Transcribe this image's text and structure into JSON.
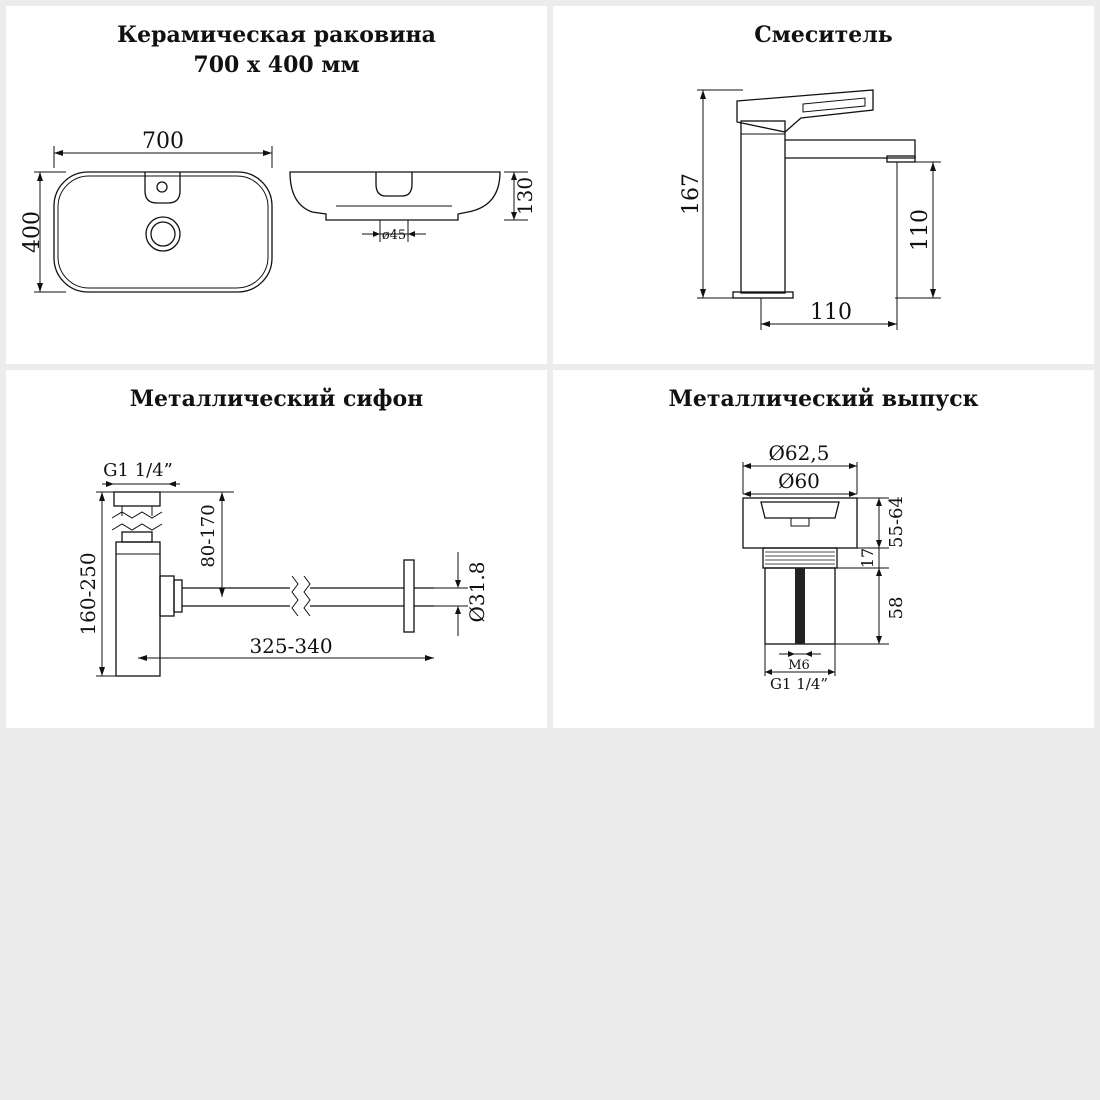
{
  "sink": {
    "title_line1": "Керамическая раковина",
    "title_line2": "700 x 400 мм",
    "dim_width": "700",
    "dim_height": "400",
    "dim_depth": "130",
    "dim_drain": "ø45"
  },
  "faucet": {
    "title": "Смеситель",
    "dim_total_height": "167",
    "dim_spout_height": "110",
    "dim_spout_reach": "110"
  },
  "siphon": {
    "title": "Металлический сифон",
    "dim_thread": "G1 1/4”",
    "dim_height_range": "160-250",
    "dim_inlet_range": "80-170",
    "dim_length_range": "325-340",
    "dim_outlet": "Ø31.8"
  },
  "drain": {
    "title": "Металлический выпуск",
    "dim_outer": "Ø62,5",
    "dim_inner": "Ø60",
    "dim_height_range": "55-64",
    "dim_cap": "17",
    "dim_body": "58",
    "dim_bolt": "M6",
    "dim_thread": "G1 1/4”"
  }
}
